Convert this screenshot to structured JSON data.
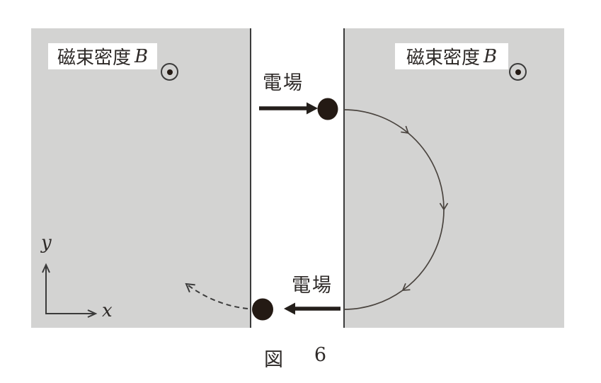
{
  "figure": {
    "caption_label": "図",
    "caption_number": "6"
  },
  "regions": {
    "left": {
      "label_text": "磁束密度",
      "label_symbol": "B",
      "field_direction": "out-of-page"
    },
    "right": {
      "label_text": "磁束密度",
      "label_symbol": "B",
      "field_direction": "out-of-page"
    }
  },
  "electric_field": {
    "top": {
      "label": "電場",
      "arrow_direction": "right"
    },
    "bottom": {
      "label": "電場",
      "arrow_direction": "left"
    }
  },
  "axes": {
    "x_label": "x",
    "y_label": "y"
  },
  "icons": {
    "field_out_of_page": "circle-dot",
    "particle": "filled-circle"
  },
  "colors": {
    "background": "#ffffff",
    "region_fill": "#d3d3d2",
    "line": "#3b3b3b",
    "arc_line": "#4a443f",
    "particle_fill": "#241a14",
    "label_box_fill": "#ffffff"
  }
}
